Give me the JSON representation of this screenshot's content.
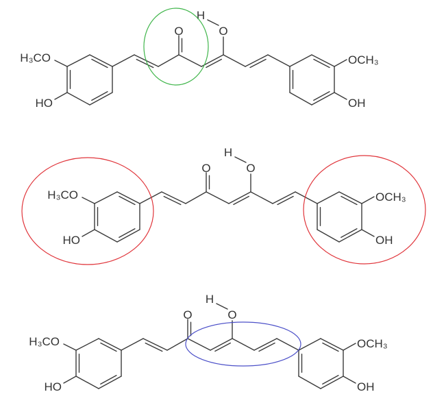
{
  "colors": {
    "green": "#3fb54a",
    "red": "#e0343a",
    "blue": "#4b4fc8",
    "bond": "#3a3a3a"
  },
  "molecules": [
    {
      "name": "curcumin-enol-green",
      "highlight": "carbonyl-region",
      "highlight_color": "green",
      "labels": {
        "methoxy_left": "H₃CO",
        "hydroxy_left": "HO",
        "ketone_o": "O",
        "enol_o": "O",
        "enol_h": "H",
        "methoxy_right": "OCH₃",
        "hydroxy_right": "OH"
      }
    },
    {
      "name": "curcumin-enol-red",
      "highlight": "phenyl-rings",
      "highlight_color": "red",
      "labels": {
        "methoxy_left": "H₃CO",
        "hydroxy_left": "HO",
        "ketone_o": "O",
        "enol_o": "O",
        "enol_h": "H",
        "methoxy_right": "OCH₃",
        "hydroxy_right": "OH"
      }
    },
    {
      "name": "curcumin-enol-blue",
      "highlight": "conjugated-chain",
      "highlight_color": "blue",
      "labels": {
        "methoxy_left": "H₃CO",
        "hydroxy_left": "HO",
        "ketone_o": "O",
        "enol_o": "O",
        "enol_h": "H",
        "methoxy_right": "OCH₃",
        "hydroxy_right": "OH"
      }
    }
  ]
}
